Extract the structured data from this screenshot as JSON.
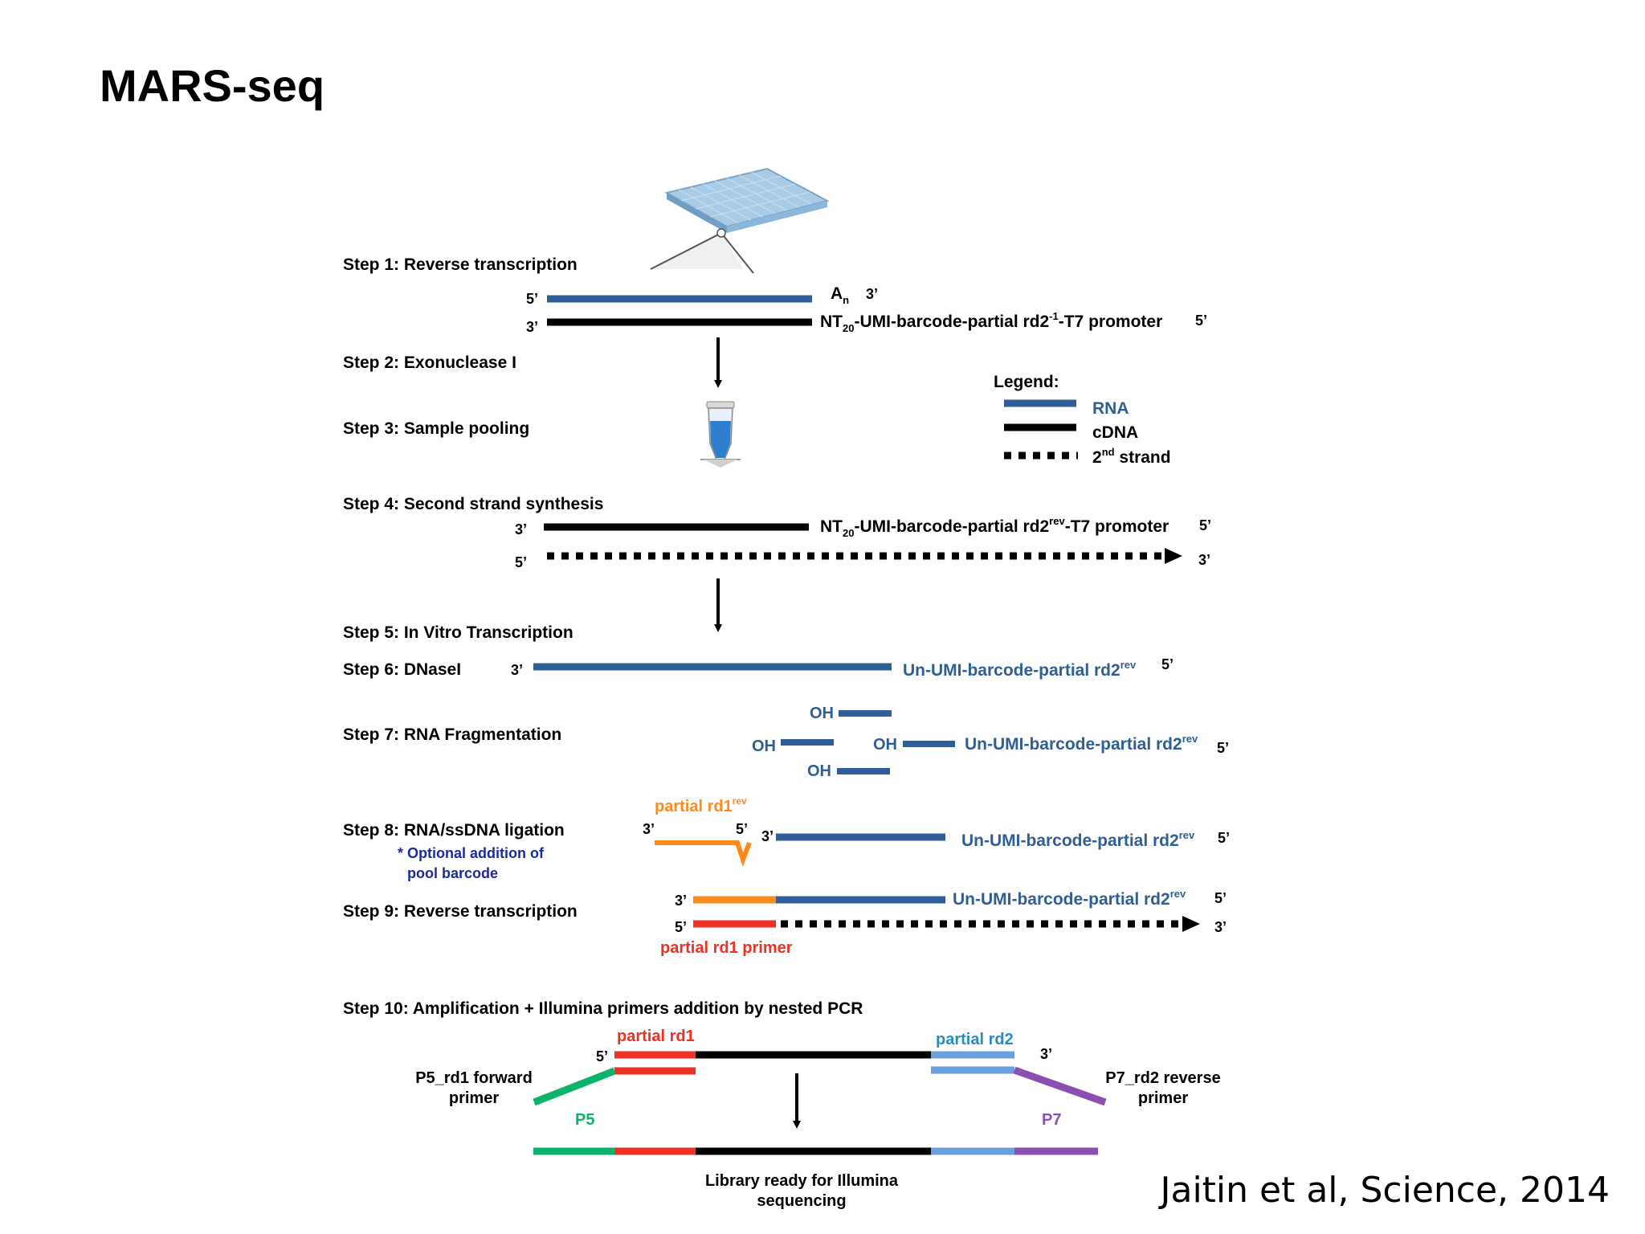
{
  "title": "MARS-seq",
  "citation": "Jaitin et al, Science, 2014",
  "colors": {
    "rna": "#2e5e95",
    "cdna": "#000000",
    "orange": "#ff8a1c",
    "red": "#ee3124",
    "green": "#0bb46a",
    "light_blue": "#6aa1dc",
    "purple": "#8a4fb0",
    "legend_label_blue": "#2e5e95",
    "optional_note": "#1a2aa0"
  },
  "icons": {
    "plate": "384-well-plate-icon",
    "tube": "pooled-sample-tube-icon"
  },
  "steps": {
    "s1": "Step 1: Reverse transcription",
    "s2": "Step 2: Exonuclease I",
    "s3": "Step 3: Sample pooling",
    "s4": "Step 4: Second strand synthesis",
    "s5": "Step 5: In Vitro Transcription",
    "s6": "Step 6: DNaseI",
    "s7": "Step 7: RNA Fragmentation",
    "s8": "Step 8: RNA/ssDNA ligation",
    "s8_note_line1": "* Optional addition of",
    "s8_note_line2": "pool barcode",
    "s9": "Step 9: Reverse transcription",
    "s10": "Step 10: Amplification + Illumina primers addition by nested PCR"
  },
  "legend": {
    "title": "Legend:",
    "rna": "RNA",
    "cdna": "cDNA",
    "second_strand_main": "2",
    "second_strand_sup": "nd",
    "second_strand_rest": " strand"
  },
  "ends": {
    "five": "5’",
    "three": "3’"
  },
  "step1": {
    "poly_a": "A",
    "poly_a_sub": "n",
    "primer_nt": "NT",
    "primer_sub": "20",
    "primer_rest": "-UMI-barcode-partial rd2",
    "primer_sup": "-1",
    "primer_tail": "-T7 promoter"
  },
  "step4": {
    "nt": "NT",
    "sub": "20",
    "rest": "-UMI-barcode-partial rd2",
    "sup": "rev",
    "tail": "-T7 promoter"
  },
  "umi_label": {
    "main": "Un-UMI-barcode-partial rd2",
    "sup": "rev"
  },
  "step7": {
    "oh": "OH"
  },
  "step8": {
    "adapter_main": "partial rd1",
    "adapter_sup": "rev"
  },
  "step9": {
    "primer_label": "partial rd1 primer"
  },
  "step10": {
    "partial_rd1": "partial rd1",
    "partial_rd2": "partial rd2",
    "forward_primer_line1": "P5_rd1 forward",
    "forward_primer_line2": "primer",
    "reverse_primer_line1": "P7_rd2 reverse",
    "reverse_primer_line2": "primer",
    "p5": "P5",
    "p7": "P7",
    "library_line1": "Library ready for Illumina",
    "library_line2": "sequencing"
  }
}
